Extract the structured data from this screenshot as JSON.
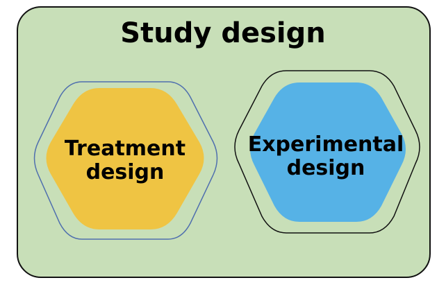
{
  "title": "Study design",
  "components": [
    {
      "label": "Treatment\ndesign",
      "fill": "#efc443",
      "outline": "#4f6fae"
    },
    {
      "label": "Experimental\ndesign",
      "fill": "#56b2e6",
      "outline": "#111111"
    }
  ],
  "colors": {
    "panel_background": "#c8dfb8",
    "panel_border": "#111111"
  }
}
